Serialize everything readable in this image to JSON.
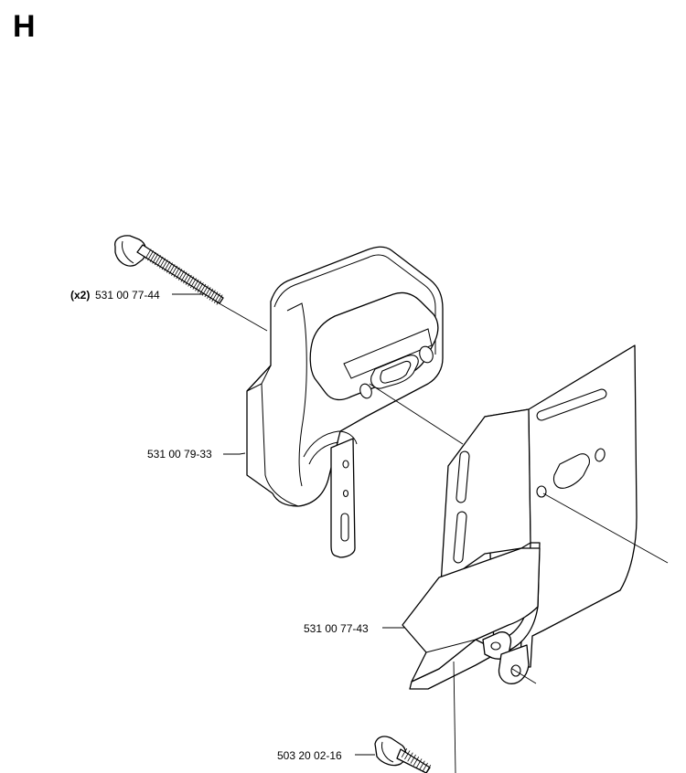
{
  "section": {
    "letter": "H"
  },
  "callouts": {
    "bolt_qty": "(x2)",
    "bolt_part": "531 00 77-44",
    "muffler_part": "531 00 79-33",
    "plate_part": "531 00 77-43",
    "screw_part": "503 20 02-16"
  }
}
